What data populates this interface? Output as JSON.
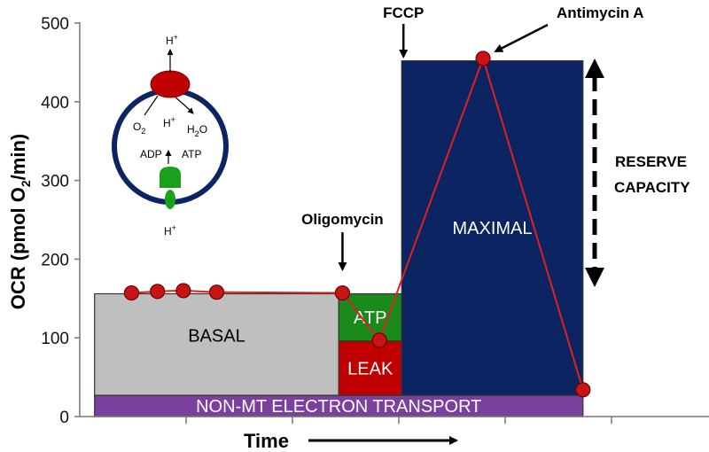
{
  "chart_data": {
    "type": "bar",
    "ylabel_main": "OCR (pmol O",
    "ylabel_sub": "2",
    "ylabel_end": "/min)",
    "xlabel": "Time",
    "ylim": [
      0,
      500
    ],
    "yticks": [
      0,
      100,
      200,
      300,
      400,
      500
    ],
    "grid": false,
    "regions": [
      {
        "key": "nonmt",
        "label": "NON-MT ELECTRON TRANSPORT",
        "t0": 0.2,
        "t1": 6.8,
        "y0": 0,
        "y1": 27,
        "color": "#7b3f9e",
        "text_color": "#ffffff"
      },
      {
        "key": "basal",
        "label": "BASAL",
        "t0": 0.2,
        "t1": 3.5,
        "y0": 27,
        "y1": 156,
        "color": "#bfbfbf",
        "text_color": "#000000"
      },
      {
        "key": "leak",
        "label": "LEAK",
        "t0": 3.5,
        "t1": 4.35,
        "y0": 27,
        "y1": 96,
        "color": "#c00000",
        "text_color": "#ffffff"
      },
      {
        "key": "atp",
        "label": "ATP",
        "t0": 3.5,
        "t1": 4.35,
        "y0": 96,
        "y1": 156,
        "color": "#1a8a1a",
        "text_color": "#ffffff"
      },
      {
        "key": "maximal",
        "label": "MAXIMAL",
        "t0": 4.35,
        "t1": 6.8,
        "y0": 27,
        "y1": 452,
        "color": "#0d2463",
        "text_color": "#ffffff"
      }
    ],
    "series": [
      {
        "values": [
          {
            "t": 0.7,
            "y": 157
          },
          {
            "t": 1.05,
            "y": 159
          },
          {
            "t": 1.4,
            "y": 160
          },
          {
            "t": 1.85,
            "y": 158
          },
          {
            "t": 3.55,
            "y": 157
          },
          {
            "t": 4.05,
            "y": 97
          },
          {
            "t": 5.45,
            "y": 455
          },
          {
            "t": 6.8,
            "y": 34
          }
        ]
      }
    ],
    "annotations": {
      "oligomycin": {
        "label": "Oligomycin",
        "t": 3.55
      },
      "fccp": {
        "label": "FCCP",
        "t": 4.35
      },
      "antimycin": {
        "label": "Antimycin A",
        "t": 5.45
      },
      "reserve_line1": "RESERVE",
      "reserve_line2": "CAPACITY"
    }
  },
  "schematic": {
    "h_plus": "H",
    "plus": "+",
    "o2": "O",
    "o2_sub": "2",
    "h2o_h": "H",
    "h2o_sub": "2",
    "h2o_o": "O",
    "adp": "ADP",
    "atp": "ATP"
  }
}
